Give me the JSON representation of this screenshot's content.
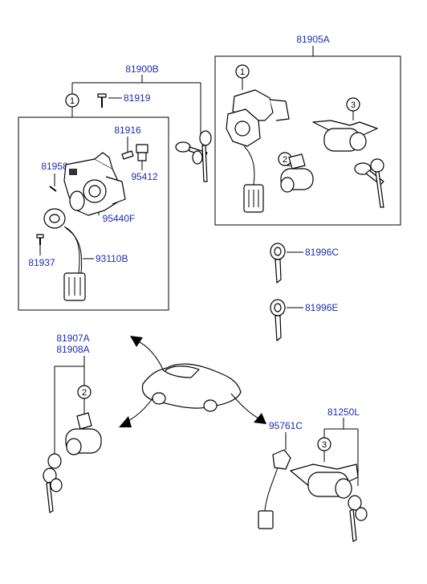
{
  "part_numbers": {
    "lock_set_a": "81905A",
    "lock_assembly_b": "81900B",
    "screw": "81919",
    "bolt": "81916",
    "ignition_housing": "81958",
    "switch_connector": "95412",
    "immobilizer_coil": "95440F",
    "screw_2": "81937",
    "switch_assembly": "93110B",
    "key_blank_c": "81996C",
    "key_blank_e": "81996E",
    "door_lock_a": "81907A",
    "door_lock_b": "81908A",
    "trunk_switch": "95761C",
    "trunk_lock": "81250L"
  },
  "callouts": {
    "one": "1",
    "two": "2",
    "three": "3"
  }
}
